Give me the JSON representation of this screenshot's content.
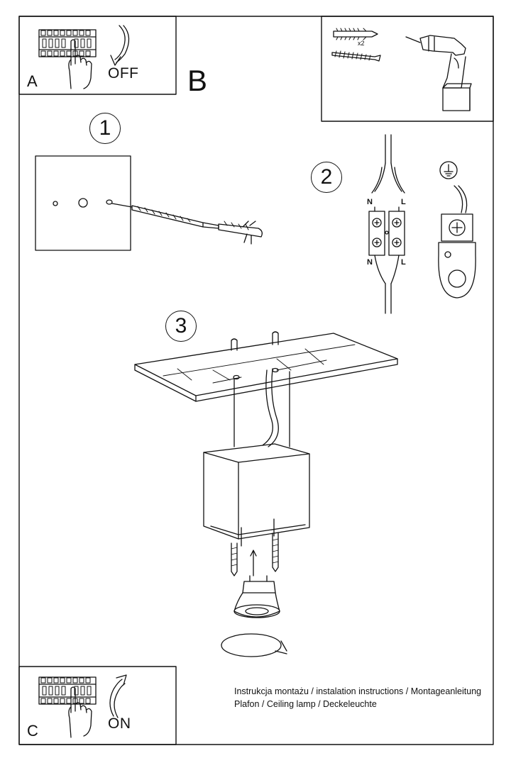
{
  "labels": {
    "panel_a_letter": "A",
    "panel_a_state": "OFF",
    "panel_b_letter": "B",
    "panel_c_letter": "C",
    "panel_c_state": "ON"
  },
  "steps": [
    "1",
    "2",
    "3"
  ],
  "tools": {
    "quantity": "x2"
  },
  "wiring": {
    "neutral": "N",
    "live": "L"
  },
  "caption": {
    "line1": "Instrukcja montażu / instalation instructions / Montageanleitung",
    "line2": "Plafon / Ceiling lamp / Deckeleuchte"
  }
}
